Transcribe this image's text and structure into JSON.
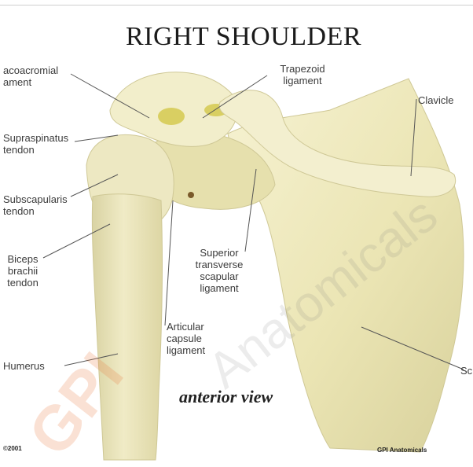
{
  "title": "RIGHT SHOULDER",
  "view": "anterior view",
  "labels": {
    "coracoacromial": "acoacromial\nament",
    "supraspinatus": "Supraspinatus\ntendon",
    "subscapularis": "Subscapularis\ntendon",
    "biceps": "Biceps\nbrachii\ntendon",
    "humerus": "Humerus",
    "trapezoid": "Trapezoid\nligament",
    "clavicle": "Clavicle",
    "superior": "Superior\ntransverse\nscapular\nligament",
    "articular": "Articular\ncapsule\nligament",
    "scapula": "Sc"
  },
  "footer": {
    "copyright": "©2001",
    "brand": "GPI Anatomicals"
  },
  "watermark": {
    "text": "Anatomicals",
    "gpi": "GPI"
  },
  "colors": {
    "bone": "#ece7b8",
    "bone_shadow": "#cfc996",
    "bone_highlight": "#f7f4d8",
    "line": "#555555"
  }
}
